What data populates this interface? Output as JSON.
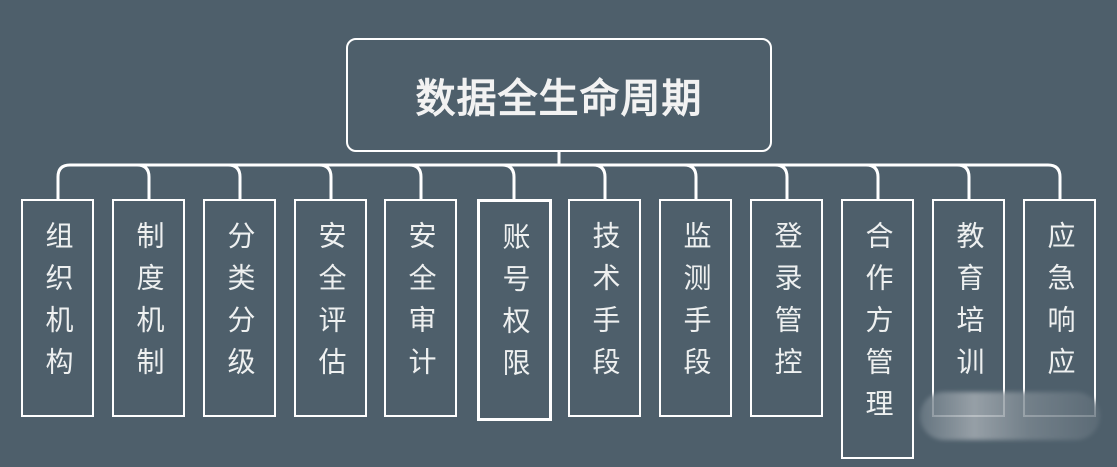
{
  "root": {
    "label": "数据全生命周期"
  },
  "children": [
    {
      "label": "组织机构"
    },
    {
      "label": "制度机制"
    },
    {
      "label": "分类分级"
    },
    {
      "label": "安全评估"
    },
    {
      "label": "安全审计"
    },
    {
      "label": "账号权限"
    },
    {
      "label": "技术手段"
    },
    {
      "label": "监测手段"
    },
    {
      "label": "登录管控"
    },
    {
      "label": "合作方管理"
    },
    {
      "label": "教育培训"
    },
    {
      "label": "应急响应"
    }
  ],
  "colors": {
    "background": "#4e5f6b",
    "line": "#ffffff",
    "text": "#eef0f0"
  }
}
